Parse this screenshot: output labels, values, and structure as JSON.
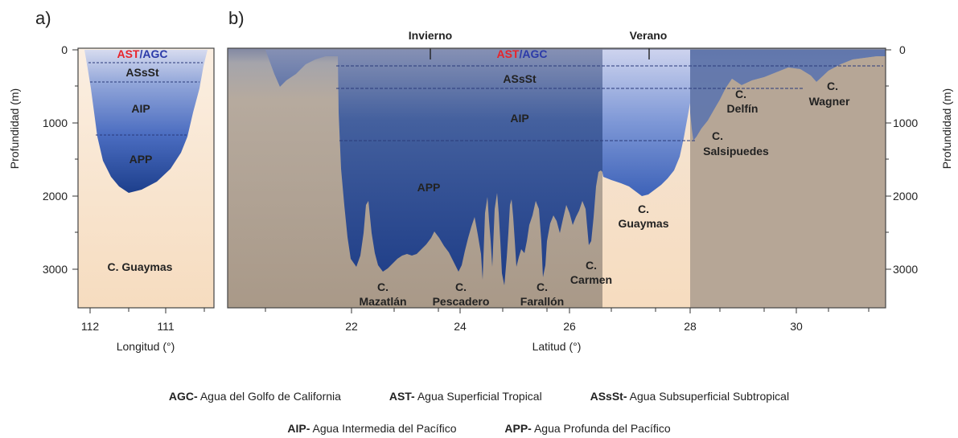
{
  "panels": {
    "a": {
      "panel_label": "a)",
      "x_axis_label": "Longitud (°)",
      "y_axis_label": "Profundidad (m)",
      "x_ticks": [
        "112",
        "111"
      ],
      "y_ticks": [
        "0",
        "1000",
        "2000",
        "3000"
      ],
      "water_masses": {
        "ast": "AST",
        "slash": "/",
        "agc": "AGC",
        "assst": "ASsSt",
        "aip": "AIP",
        "app": "APP"
      },
      "basin_label": "C. Guaymas"
    },
    "b": {
      "panel_label": "b)",
      "x_axis_label": "Latitud (°)",
      "y_axis_label": "Profundidad (m)",
      "x_ticks": [
        "22",
        "24",
        "26",
        "28",
        "30"
      ],
      "y_ticks": [
        "0",
        "1000",
        "2000",
        "3000"
      ],
      "season_winter": "Invierno",
      "season_summer": "Verano",
      "water_masses": {
        "ast": "AST",
        "slash": "/",
        "agc": "AGC",
        "assst": "ASsSt",
        "aip": "AIP",
        "app": "APP"
      },
      "basins": {
        "mazatlan": [
          "C.",
          "Mazatlán"
        ],
        "pescadero": [
          "C.",
          "Pescadero"
        ],
        "farallon": [
          "C.",
          "Farallón"
        ],
        "carmen": [
          "C.",
          "Carmen"
        ],
        "guaymas": [
          "C.",
          "Guaymas"
        ],
        "salsipuedes": [
          "C.",
          "Salsipuedes"
        ],
        "delfin": [
          "C.",
          "Delfín"
        ],
        "wagner": [
          "C.",
          "Wagner"
        ]
      }
    }
  },
  "legend": {
    "row1": [
      {
        "abbr": "AGC-",
        "desc": " Agua del Golfo de California"
      },
      {
        "abbr": "AST-",
        "desc": " Agua Superficial Tropical"
      },
      {
        "abbr": "ASsSt-",
        "desc": " Agua Subsuperficial Subtropical"
      }
    ],
    "row2": [
      {
        "abbr": "AIP-",
        "desc": " Agua Intermedia del Pacífico"
      },
      {
        "abbr": "APP-",
        "desc": " Agua Profunda del Pacífico"
      }
    ]
  },
  "colors": {
    "ast": "#e8242a",
    "agc": "#2b3aa8",
    "water_top": "#c9cfe6",
    "water_bottom": "#1f3f8a",
    "seafloor_a": "#f8e3cc",
    "seafloor_b": "#b5a698",
    "summer_band": "#f6dfc4"
  }
}
